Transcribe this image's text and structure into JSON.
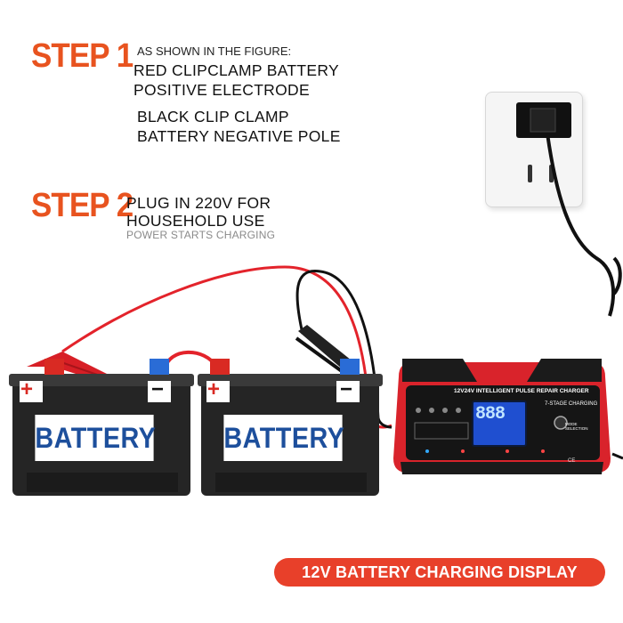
{
  "steps": [
    {
      "label": "STEP 1",
      "lines": [
        "AS SHOWN IN THE FIGURE:",
        "RED CLIPCLAMP BATTERY",
        "POSITIVE ELECTRODE",
        "BLACK CLIP CLAMP",
        "BATTERY NEGATIVE POLE"
      ]
    },
    {
      "label": "STEP 2",
      "lines": [
        "PLUG IN 220V FOR",
        "HOUSEHOLD USE",
        "POWER STARTS CHARGING"
      ]
    }
  ],
  "batteries": [
    {
      "label": "BATTERY",
      "plus": "+",
      "minus": "−"
    },
    {
      "label": "BATTERY",
      "plus": "+",
      "minus": "−"
    }
  ],
  "charger": {
    "title": "12V24V INTELLIGENT PULSE REPAIR CHARGER",
    "stage": "7-STAGE CHARGING",
    "mode": "MODE SELECTION",
    "display": "888",
    "ce": "CE"
  },
  "banner": "12V BATTERY CHARGING DISPLAY",
  "colors": {
    "step": "#e8531f",
    "banner": "#e8402a",
    "battery_text": "#1d4f9c",
    "red_wire": "#e3232b",
    "charger_red": "#d9232b"
  }
}
